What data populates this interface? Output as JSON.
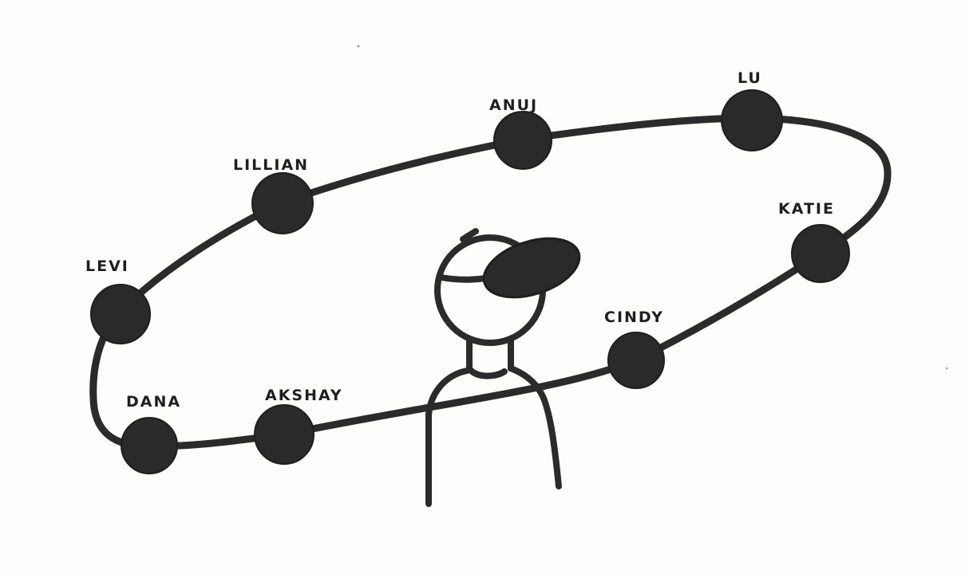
{
  "diagram": {
    "nodes": [
      {
        "id": "lu",
        "label": "LU"
      },
      {
        "id": "anuj",
        "label": "ANUJ"
      },
      {
        "id": "lillian",
        "label": "LILLIAN"
      },
      {
        "id": "levi",
        "label": "LEVI"
      },
      {
        "id": "dana",
        "label": "DANA"
      },
      {
        "id": "akshay",
        "label": "AKSHAY"
      },
      {
        "id": "cindy",
        "label": "CINDY"
      },
      {
        "id": "katie",
        "label": "KATIE"
      }
    ],
    "colors": {
      "ink": "#2b2b2b",
      "paper": "#fdfdfc"
    },
    "figure": {
      "description_icon": "person-with-cap-icon"
    }
  }
}
